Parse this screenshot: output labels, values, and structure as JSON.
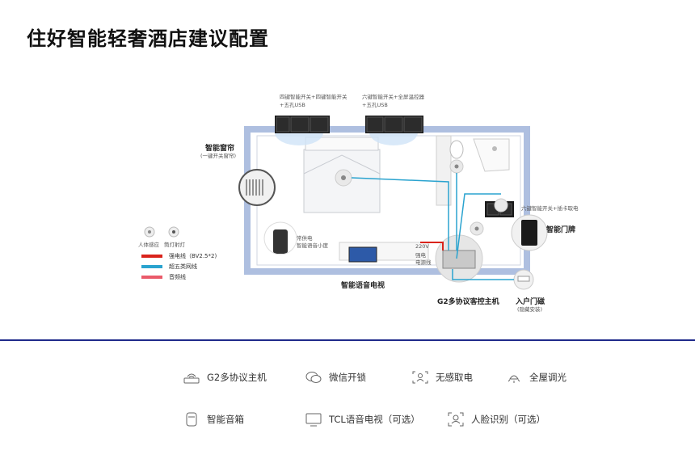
{
  "title": "住好智能轻奢酒店建议配置",
  "labels": {
    "switch_left_1": "四键智能开关+四键智能开关",
    "switch_left_2": "+五孔USB",
    "switch_right_1": "六键智能开关+全屏温控器",
    "switch_right_2": "+五孔USB",
    "curtain": "智能窗帘",
    "curtain_sub": "(一键开关窗帘)",
    "speaker_1": "常供电",
    "speaker_2": "智能语音小度",
    "tv": "智能语音电视",
    "power_1": "220V",
    "power_2": "强电",
    "power_3": "电源线",
    "host": "G2多协议客控主机",
    "card_switch": "六键智能开关+插卡取电",
    "door_plate": "智能门牌",
    "door_sensor": "入户门磁",
    "door_sensor_sub": "(隐藏安装)",
    "sensor_body": "人体感应",
    "sensor_lamp": "筒灯射灯"
  },
  "legend": [
    {
      "label": "强电线（BV2.5*2)",
      "color": "#d9241c"
    },
    {
      "label": "超五类网线",
      "color": "#2aa3cf"
    },
    {
      "label": "音频线",
      "color": "#ea5a6a"
    }
  ],
  "features": [
    {
      "label": "G2多协议主机",
      "icon": "router-icon"
    },
    {
      "label": "微信开锁",
      "icon": "wechat-icon"
    },
    {
      "label": "无感取电",
      "icon": "face-scan-icon"
    },
    {
      "label": "全屋调光",
      "icon": "light-icon"
    },
    {
      "label": "智能音箱",
      "icon": "speaker-icon"
    },
    {
      "label": "TCL语音电视（可选）",
      "icon": "tv-icon"
    },
    {
      "label": "人脸识别（可选）",
      "icon": "face-id-icon"
    }
  ]
}
